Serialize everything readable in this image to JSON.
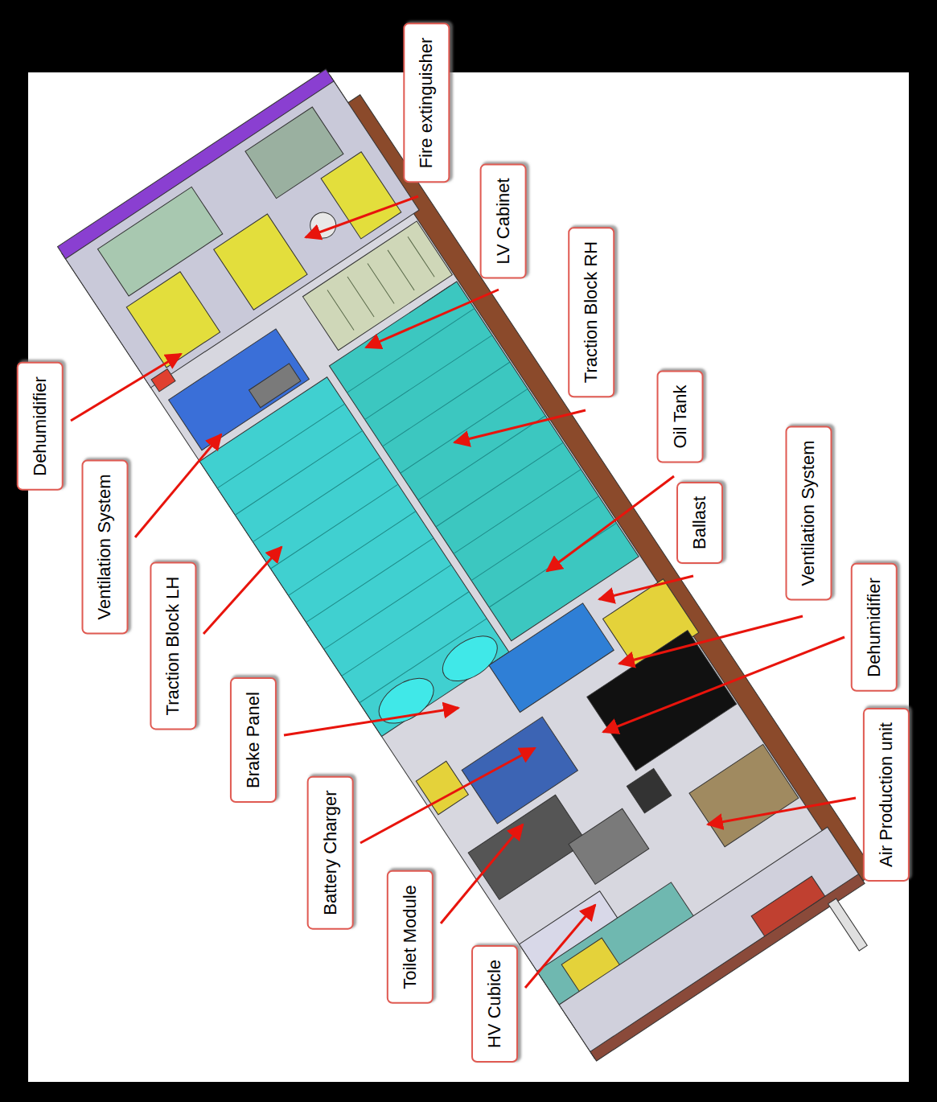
{
  "diagram": {
    "nodes": [
      {
        "text": [
          "Fire extinguisher"
        ]
      },
      {
        "text": [
          "LV Cabinet"
        ]
      },
      {
        "text": [
          "Traction Block RH"
        ]
      },
      {
        "text": [
          "Oil Tank"
        ]
      },
      {
        "text": [
          "Ballast"
        ]
      },
      {
        "text": [
          "Ventilation System"
        ]
      },
      {
        "text": [
          "Dehumidifier"
        ]
      },
      {
        "text": [
          "Air Production unit"
        ]
      },
      {
        "text": [
          "Dehumidifier"
        ]
      },
      {
        "text": [
          "Ventilation System"
        ]
      },
      {
        "text": [
          "Traction Block LH"
        ]
      },
      {
        "text": [
          "Brake Panel"
        ]
      },
      {
        "text": [
          "Battery Charger"
        ]
      },
      {
        "text": [
          "Toilet Module"
        ]
      },
      {
        "text": [
          "HV Cubicle"
        ]
      }
    ]
  }
}
